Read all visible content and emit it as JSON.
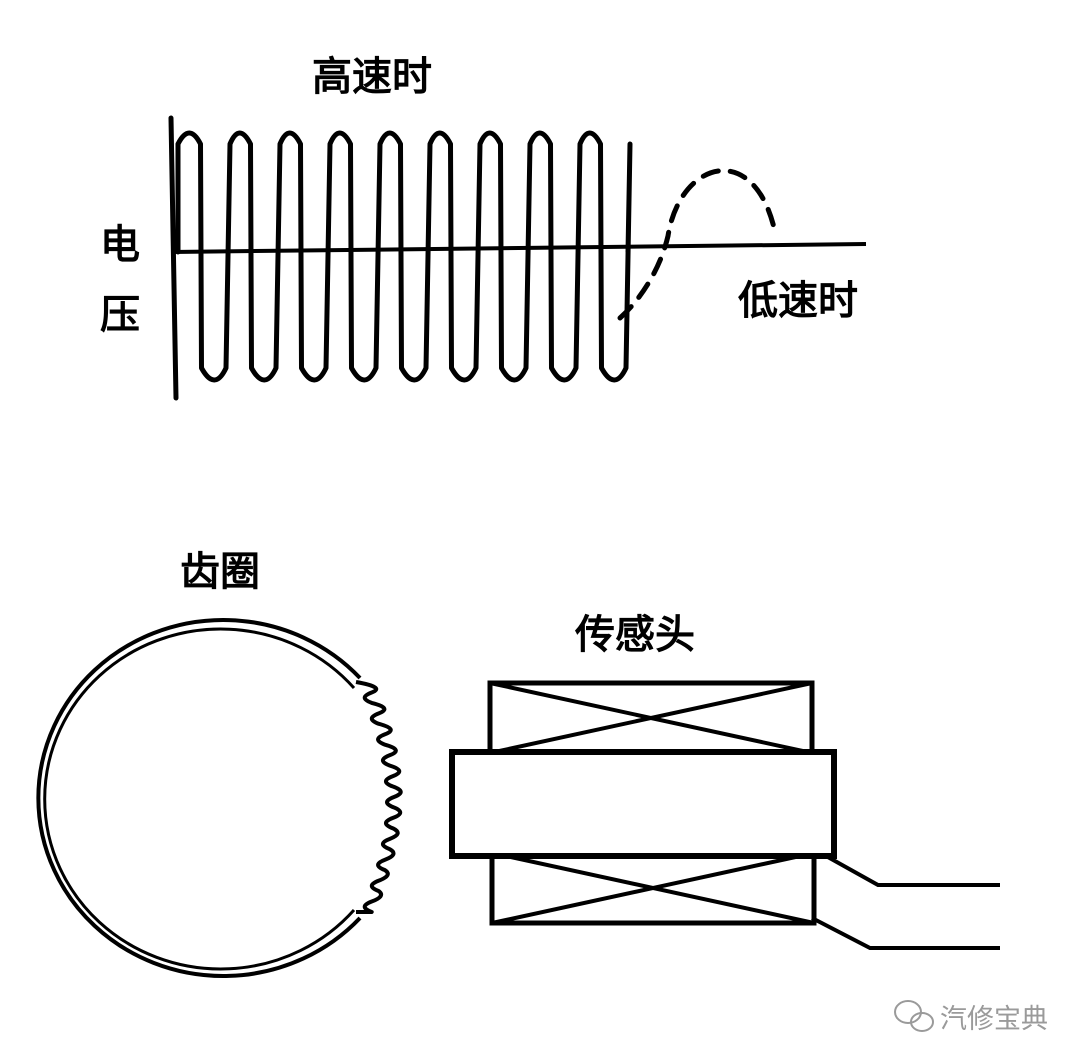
{
  "waveform": {
    "title_high_speed": "高速时",
    "label_low_speed": "低速时",
    "axis_label_line1": "电",
    "axis_label_line2": "压"
  },
  "gear_ring": {
    "label": "齿圈"
  },
  "sensor": {
    "label": "传感头"
  },
  "watermark": {
    "text": "汽修宝典",
    "icon": "wechat-icon"
  },
  "colors": {
    "ink": "#000000",
    "watermark": "#9a9a9a"
  }
}
